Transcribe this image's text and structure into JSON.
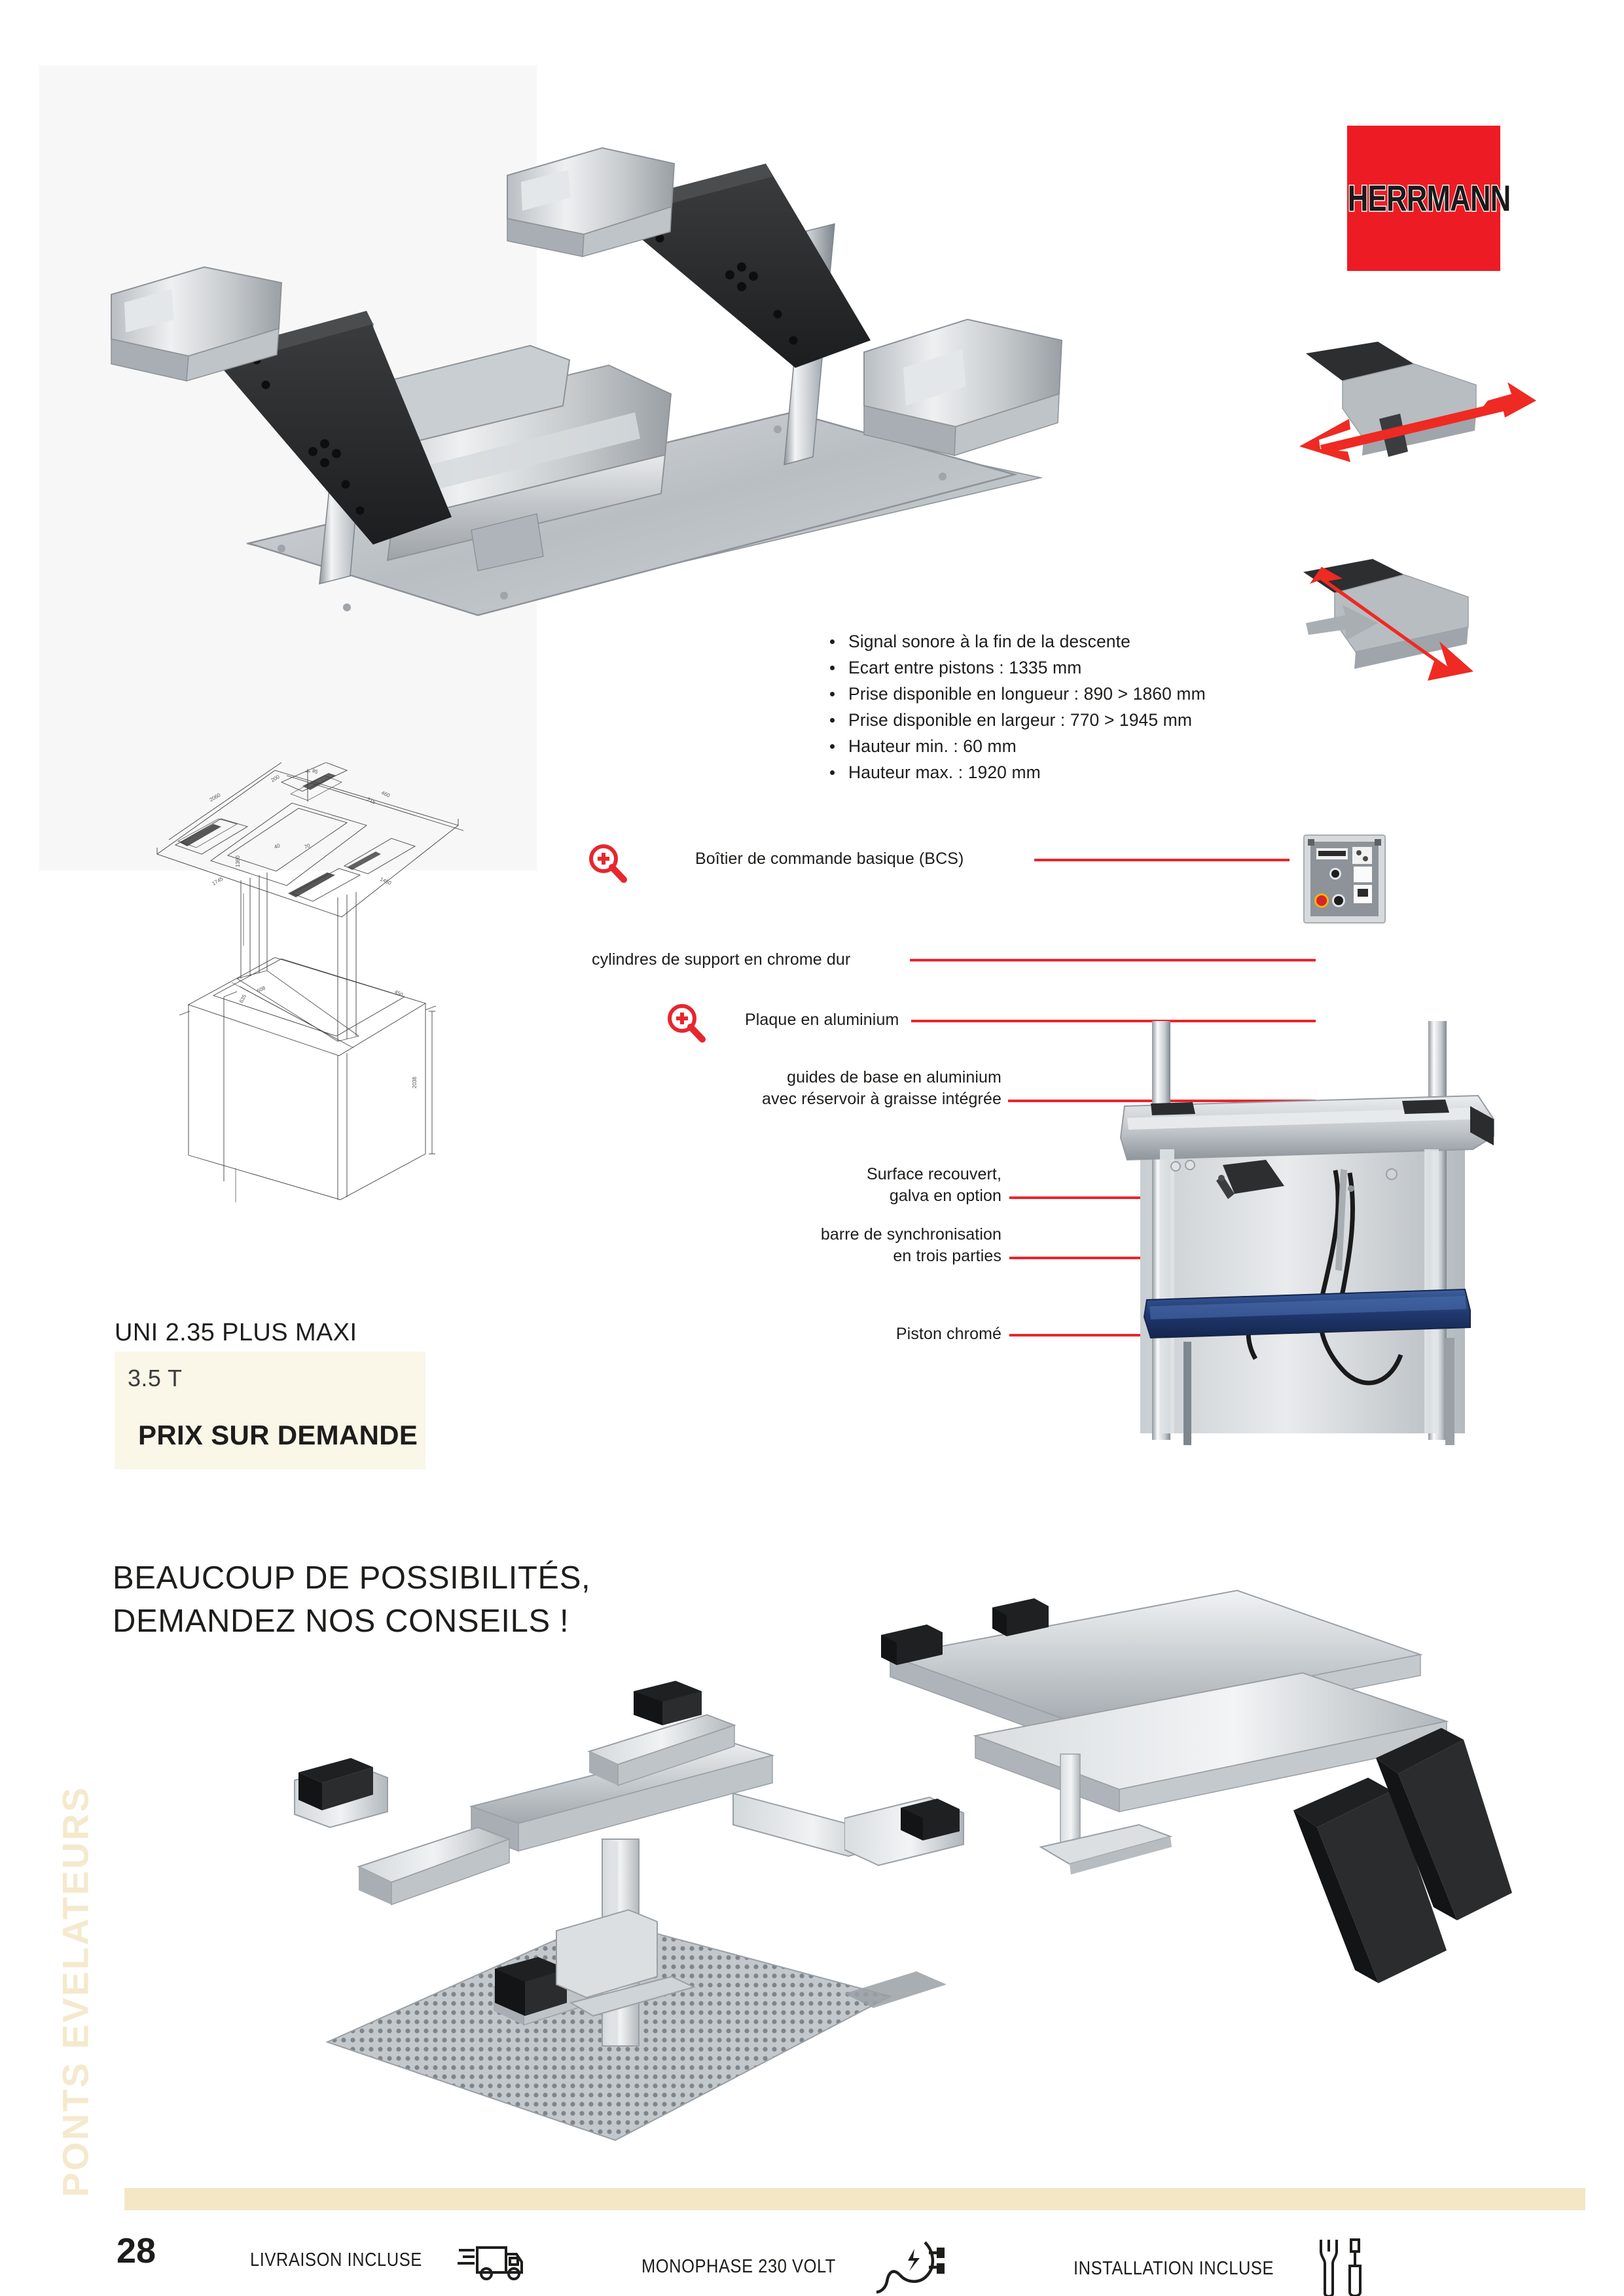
{
  "brand": {
    "logo_text": "HERRMANN",
    "logo_color": "#ed1c24"
  },
  "specs": {
    "items": [
      "Signal sonore à la fin de la descente",
      "Ecart entre pistons : 1335 mm",
      "Prise disponible en longueur : 890 > 1860 mm",
      "Prise disponible en largeur : 770 > 1945 mm",
      "Hauteur min. : 60 mm",
      "Hauteur max. : 1920 mm"
    ]
  },
  "callouts": {
    "accent_color": "#e8262e",
    "items": [
      {
        "label": "Boîtier de commande basique (BCS)",
        "has_magnifier": true
      },
      {
        "label": "cylindres de support en chrome dur",
        "has_magnifier": false
      },
      {
        "label": "Plaque en aluminium",
        "has_magnifier": true
      },
      {
        "label_line1": "guides de base en aluminium",
        "label_line2": "avec réservoir à graisse intégrée",
        "has_magnifier": false
      },
      {
        "label_line1": "Surface recouvert,",
        "label_line2": "galva en option",
        "has_magnifier": false
      },
      {
        "label_line1": "barre de synchronisation",
        "label_line2": "en trois parties",
        "has_magnifier": false
      },
      {
        "label": "Piston chromé",
        "has_magnifier": false
      }
    ]
  },
  "product": {
    "name": "UNI 2.35 PLUS MAXI",
    "capacity": "3.5 T",
    "price": "PRIX SUR DEMANDE",
    "price_bg": "#faf6e8"
  },
  "headline": {
    "line1": "BEAUCOUP DE POSSIBILITÉS,",
    "line2": "DEMANDEZ NOS CONSEILS !"
  },
  "side_tab": {
    "label": "PONTS EVELATEURS",
    "color": "#f5e9cd"
  },
  "footer": {
    "page_number": "28",
    "bar_color": "#f4e7c5",
    "items": [
      {
        "label": "LIVRAISON INCLUSE",
        "icon": "truck-icon"
      },
      {
        "label": "MONOPHASE 230 VOLT",
        "icon": "plug-icon"
      },
      {
        "label": "INSTALLATION INCLUSE",
        "icon": "wrench-screwdriver-icon"
      }
    ]
  }
}
